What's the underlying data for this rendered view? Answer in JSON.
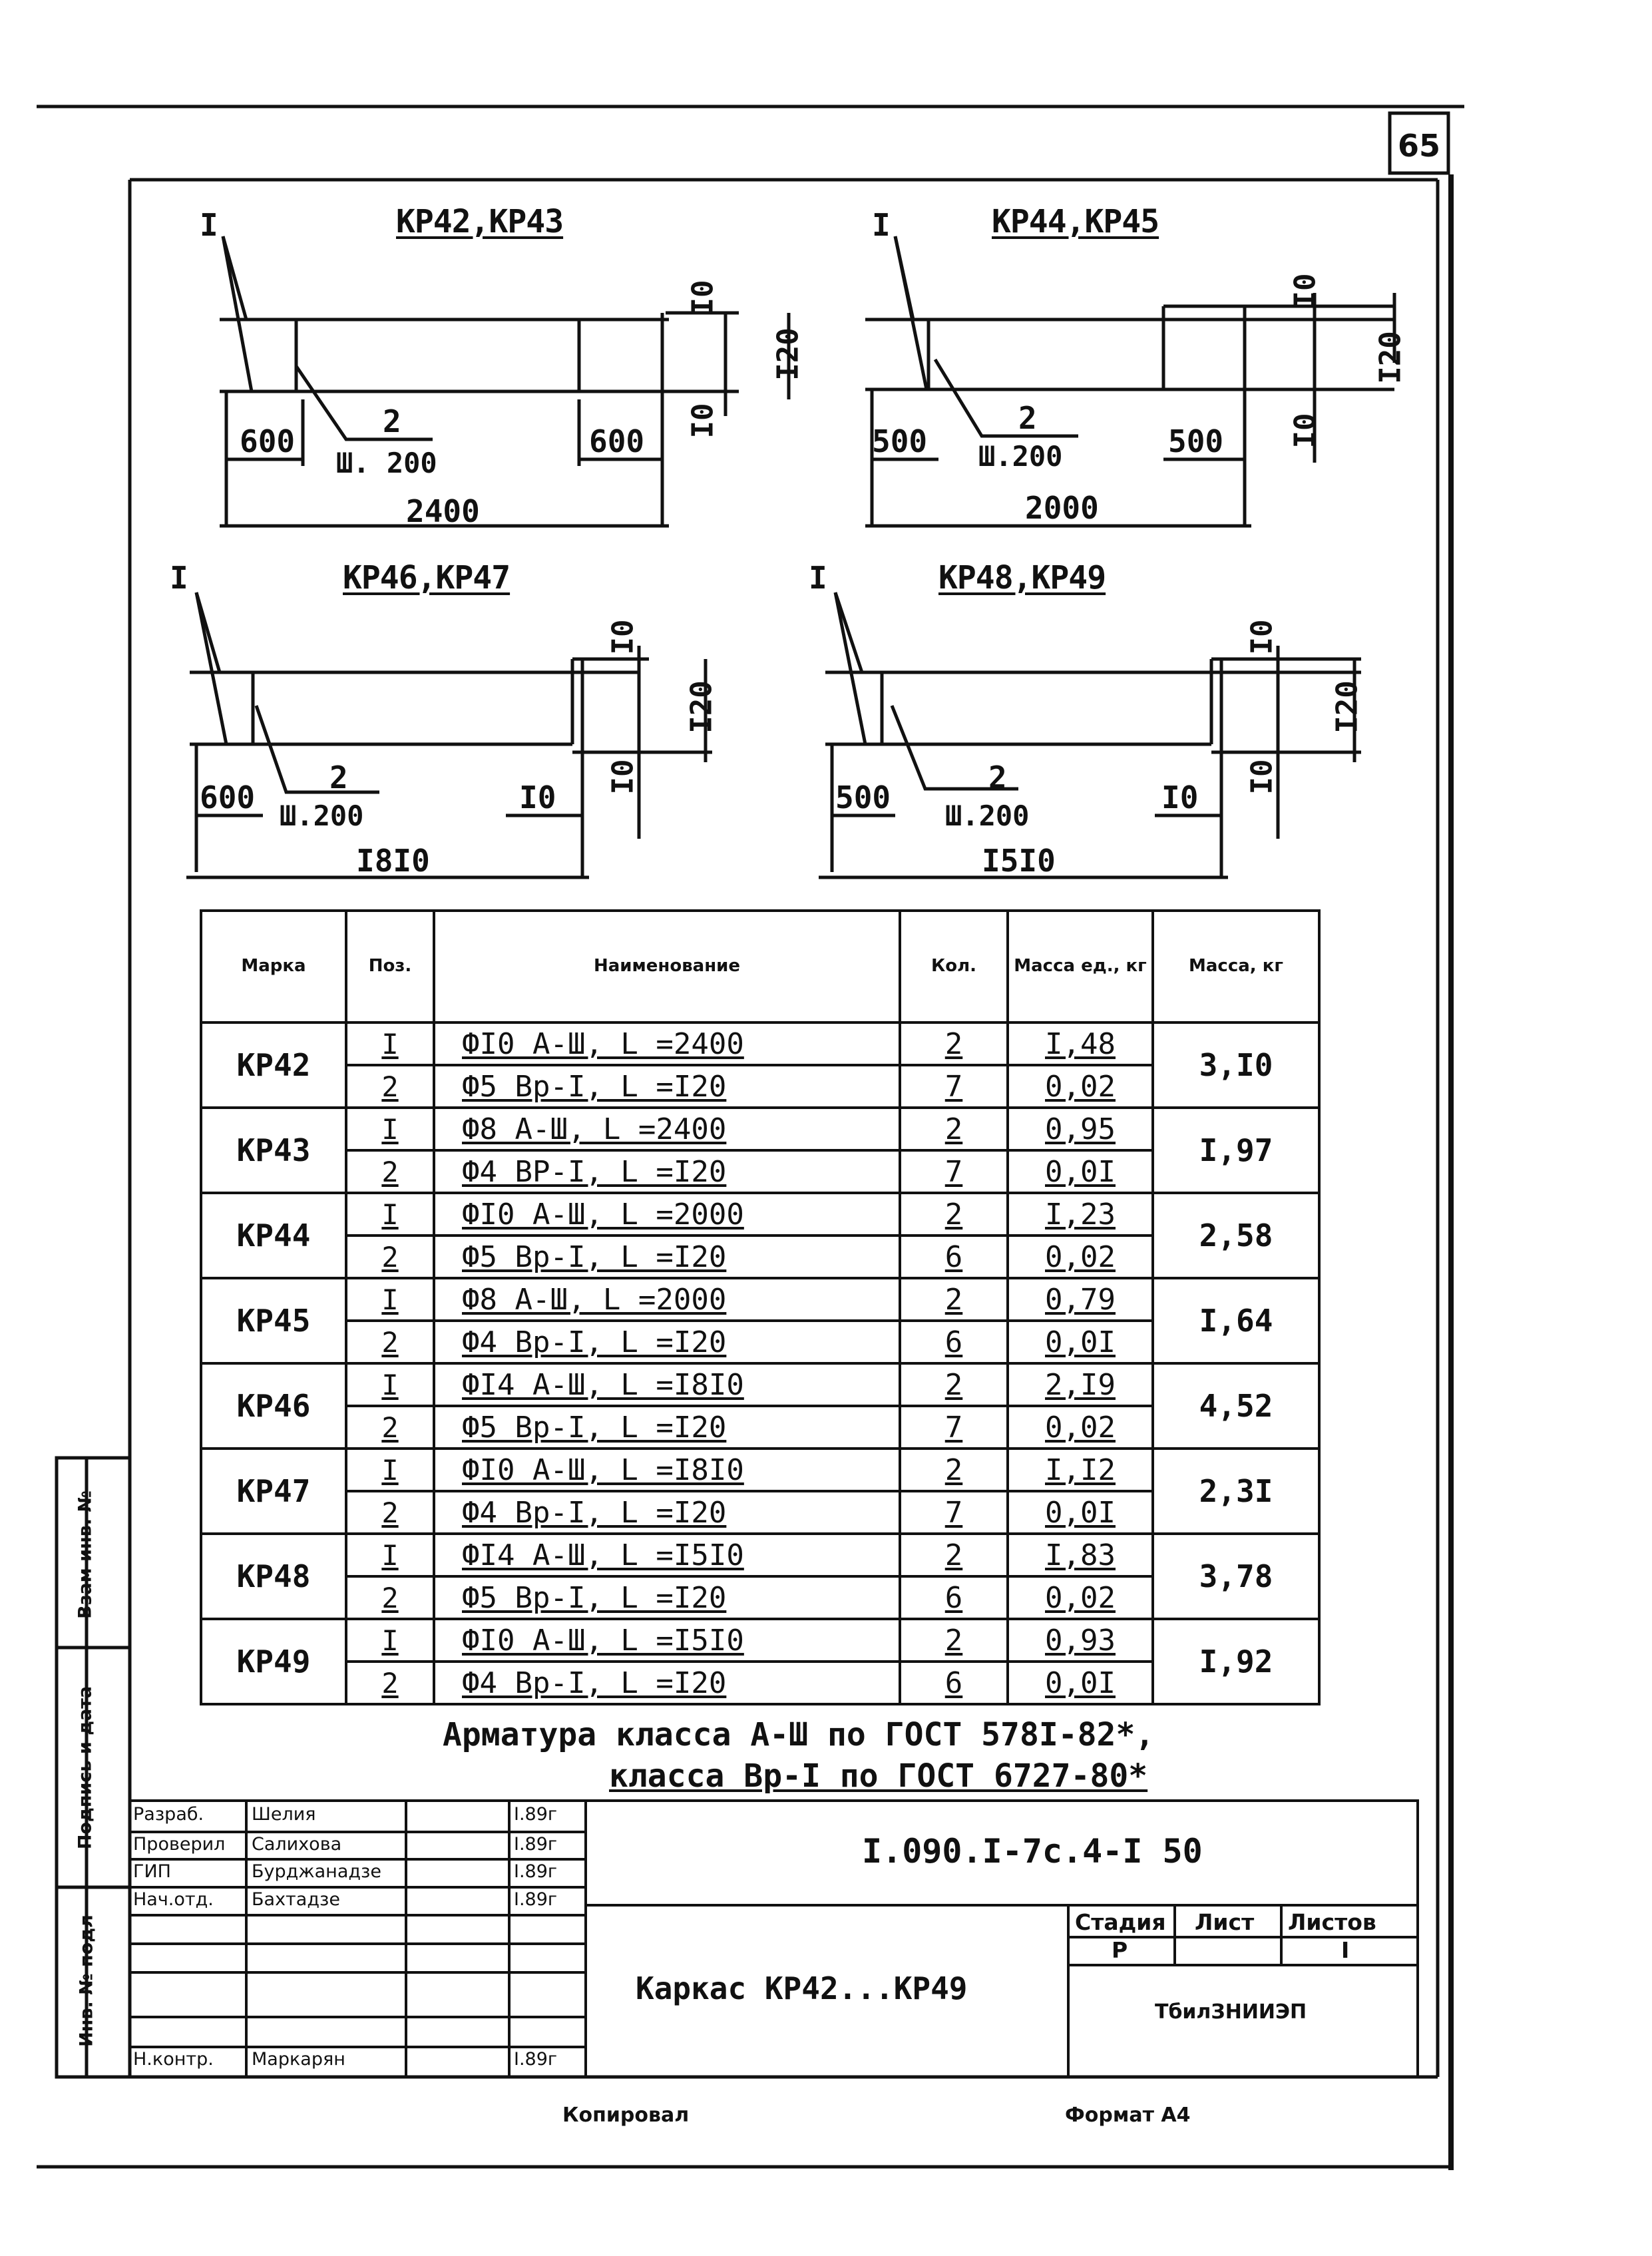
{
  "sheet_number": "65",
  "diagrams": [
    {
      "title": "КР42,КР43",
      "pos1": "I",
      "pos2": "2",
      "step": "Ш. 200",
      "left_dim": "600",
      "right_dim": "600",
      "total": "2400",
      "dim_top": "I0",
      "dim_height": "I20",
      "dim_bottom": "I0"
    },
    {
      "title": "КР44,КР45",
      "pos1": "I",
      "pos2": "2",
      "step": "Ш.200",
      "left_dim": "500",
      "right_dim": "500",
      "total": "2000",
      "dim_top": "I0",
      "dim_height": "I20",
      "dim_bottom": "I0"
    },
    {
      "title": "КР46,КР47",
      "pos1": "I",
      "pos2": "2",
      "step": "Ш.200",
      "left_dim": "600",
      "right_dim": "I0",
      "total": "I8I0",
      "dim_top": "I0",
      "dim_height": "I20",
      "dim_bottom": "I0"
    },
    {
      "title": "КР48,КР49",
      "pos1": "I",
      "pos2": "2",
      "step": "Ш.200",
      "left_dim": "500",
      "right_dim": "I0",
      "total": "I5I0",
      "dim_top": "I0",
      "dim_height": "I20",
      "dim_bottom": "I0"
    }
  ],
  "table": {
    "headers": {
      "mark": "Марка",
      "pos": "Поз.",
      "name": "Наименование",
      "qty": "Кол.",
      "mass_unit": "Масса ед., кг",
      "mass": "Масса, кг"
    },
    "groups": [
      {
        "mark": "КР42",
        "total": "3,I0",
        "rows": [
          {
            "pos": "I",
            "name": "ФI0 A-Ш, L =2400",
            "qty": "2",
            "mass": "I,48"
          },
          {
            "pos": "2",
            "name": "Ф5 Bp-I, L =I20",
            "qty": "7",
            "mass": "0,02"
          }
        ]
      },
      {
        "mark": "КР43",
        "total": "I,97",
        "rows": [
          {
            "pos": "I",
            "name": "Ф8 A-Ш, L =2400",
            "qty": "2",
            "mass": "0,95"
          },
          {
            "pos": "2",
            "name": "Ф4 BP-I, L =I20",
            "qty": "7",
            "mass": "0,0I"
          }
        ]
      },
      {
        "mark": "КР44",
        "total": "2,58",
        "rows": [
          {
            "pos": "I",
            "name": "ФI0 A-Ш, L =2000",
            "qty": "2",
            "mass": "I,23"
          },
          {
            "pos": "2",
            "name": "Ф5 Bp-I, L =I20",
            "qty": "6",
            "mass": "0,02"
          }
        ]
      },
      {
        "mark": "КР45",
        "total": "I,64",
        "rows": [
          {
            "pos": "I",
            "name": "Ф8 A-Ш, L =2000",
            "qty": "2",
            "mass": "0,79"
          },
          {
            "pos": "2",
            "name": "Ф4 Bp-I, L =I20",
            "qty": "6",
            "mass": "0,0I"
          }
        ]
      },
      {
        "mark": "КР46",
        "total": "4,52",
        "rows": [
          {
            "pos": "I",
            "name": "ФI4 A-Ш, L =I8I0",
            "qty": "2",
            "mass": "2,I9"
          },
          {
            "pos": "2",
            "name": "Ф5 Bp-I, L =I20",
            "qty": "7",
            "mass": "0,02"
          }
        ]
      },
      {
        "mark": "КР47",
        "total": "2,3I",
        "rows": [
          {
            "pos": "I",
            "name": "ФI0 A-Ш, L =I8I0",
            "qty": "2",
            "mass": "I,I2"
          },
          {
            "pos": "2",
            "name": "Ф4 Bp-I, L =I20",
            "qty": "7",
            "mass": "0,0I"
          }
        ]
      },
      {
        "mark": "КР48",
        "total": "3,78",
        "rows": [
          {
            "pos": "I",
            "name": "ФI4 A-Ш, L =I5I0",
            "qty": "2",
            "mass": "I,83"
          },
          {
            "pos": "2",
            "name": "Ф5 Bp-I, L =I20",
            "qty": "6",
            "mass": "0,02"
          }
        ]
      },
      {
        "mark": "КР49",
        "total": "I,92",
        "rows": [
          {
            "pos": "I",
            "name": "ФI0 A-Ш, L =I5I0",
            "qty": "2",
            "mass": "0,93"
          },
          {
            "pos": "2",
            "name": "Ф4 Bp-I, L =I20",
            "qty": "6",
            "mass": "0,0I"
          }
        ]
      }
    ]
  },
  "notes": {
    "line1": "Арматура класса А-Ш по ГОСТ 578I-82*,",
    "line2": "класса Вр-I по ГОСТ 6727-80*"
  },
  "stamp": {
    "roles": [
      "Разраб.",
      "Проверил",
      "ГИП",
      "Нач.отд.",
      "",
      "",
      "",
      "Н.контр."
    ],
    "names": [
      "Шелия",
      "Салихова",
      "Бурджанадзе",
      "Бахтадзе",
      "",
      "",
      "",
      "Маркарян"
    ],
    "dates": [
      "I.89г",
      "I.89г",
      "I.89г",
      "I.89г",
      "",
      "",
      "",
      "I.89г"
    ],
    "document_code": "I.090.I-7c.4-I 50",
    "title": "Каркас КР42...КР49",
    "stage_label": "Стадия",
    "sheet_label": "Лист",
    "sheets_label": "Листов",
    "stage": "Р",
    "sheets": "I",
    "organization": "ТбилЗНИИЭП"
  },
  "side_labels": [
    "Инв. № подл",
    "Подпись и дата",
    "Взам инв. №"
  ],
  "footer": {
    "copied": "Копировал",
    "format": "Формат А4"
  }
}
